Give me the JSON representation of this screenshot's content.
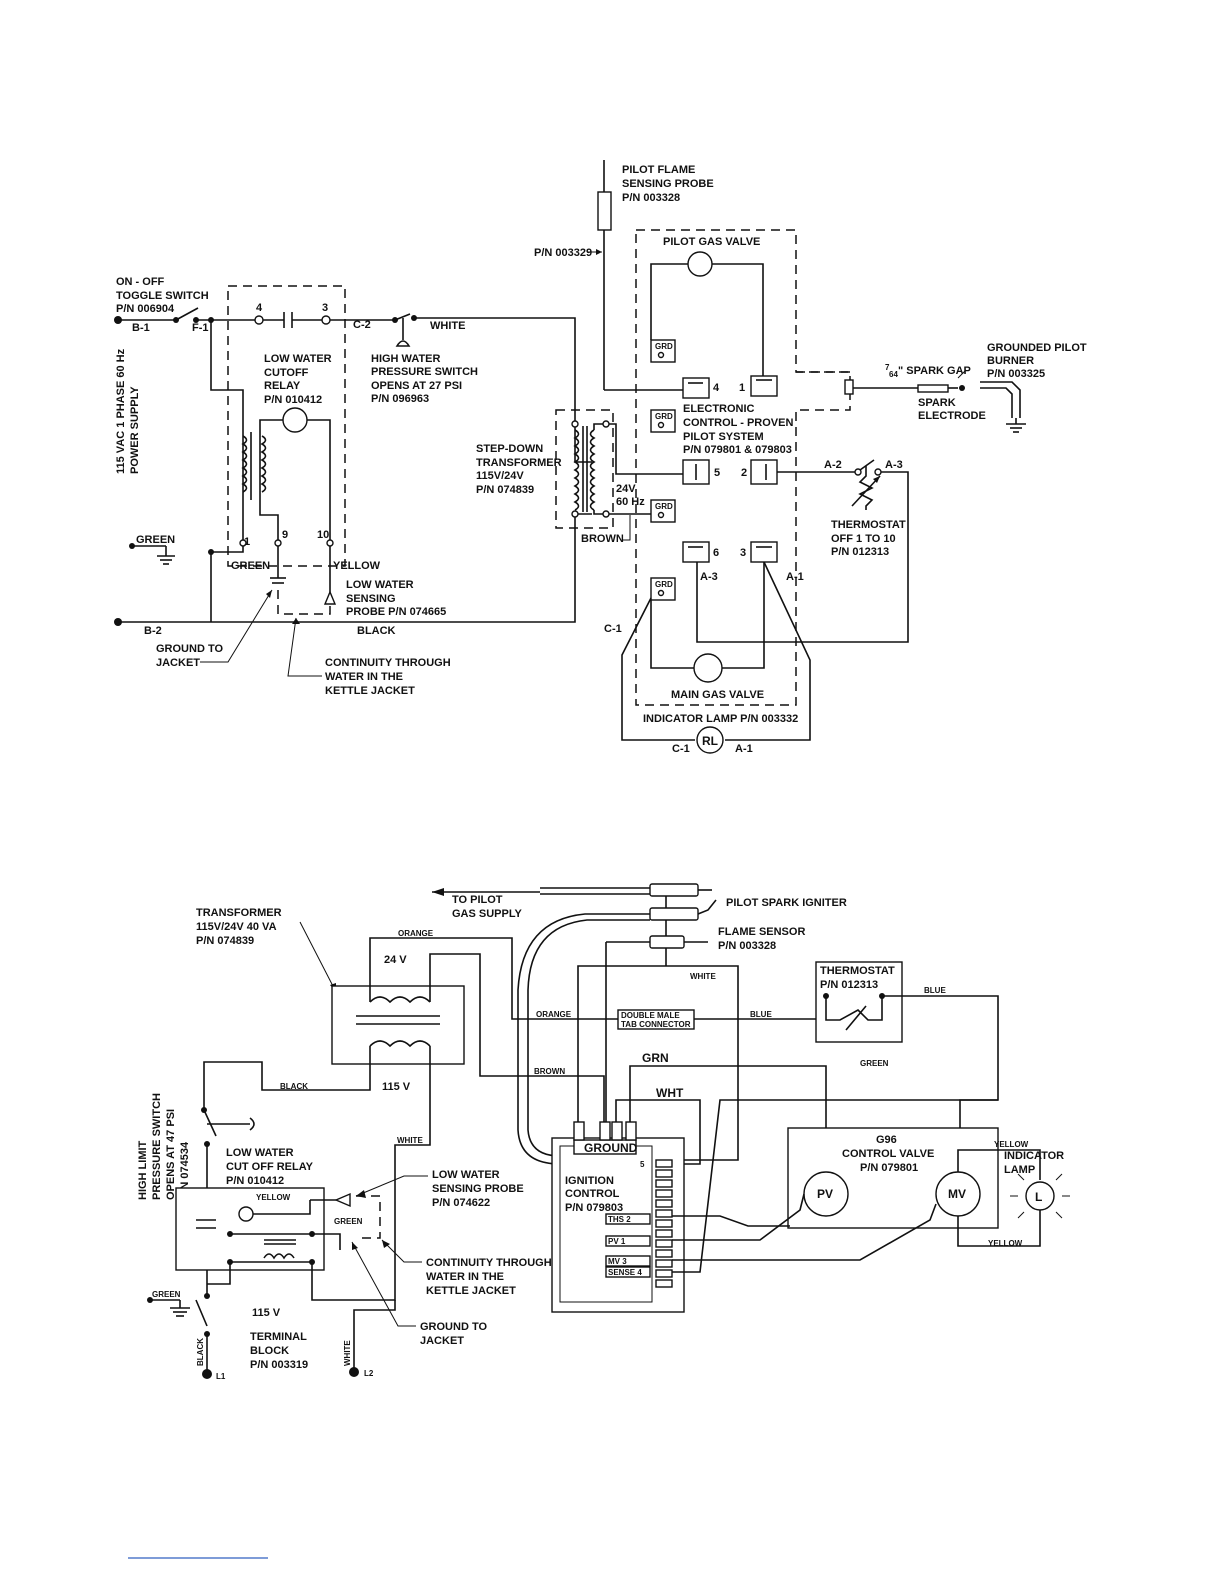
{
  "top": {
    "pilot_flame_probe": [
      "PILOT FLAME",
      "SENSING PROBE",
      "P/N 003328"
    ],
    "pilot_lead_pn": "P/N 003329",
    "pilot_gas_valve": "PILOT GAS VALVE",
    "toggle_switch": [
      "ON - OFF",
      "TOGGLE SWITCH",
      "P/N 006904"
    ],
    "wire_b1": "B-1",
    "wire_f1": "F-1",
    "wire_c2": "C-2",
    "wire_white": "WHITE",
    "terminal_4_top": "4",
    "terminal_3_top": "3",
    "low_water_relay": [
      "LOW WATER",
      "CUTOFF",
      "RELAY",
      "P/N 010412"
    ],
    "high_water_switch": [
      "HIGH WATER",
      "PRESSURE SWITCH",
      "OPENS AT 27 PSI",
      "P/N  096963"
    ],
    "power_supply": [
      "115 VAC 1 PHASE 60 Hz",
      "POWER SUPPLY"
    ],
    "step_down": [
      "STEP-DOWN",
      "TRANSFORMER",
      "115V/24V",
      "P/N 074839"
    ],
    "secondary": [
      "24V",
      "60 Hz"
    ],
    "brown": "BROWN",
    "grd": "GRD",
    "electronic_control": [
      "ELECTRONIC",
      "CONTROL - PROVEN",
      "PILOT SYSTEM",
      "P/N 079801 & 079803"
    ],
    "terminals": {
      "t4": "4",
      "t1": "1",
      "t5": "5",
      "t2": "2",
      "t6": "6",
      "t3": "3"
    },
    "spark_gap": "\" SPARK GAP",
    "spark_frac_num": "7",
    "spark_frac_den": "64",
    "spark_electrode": [
      "SPARK",
      "ELECTRODE"
    ],
    "grounded_pilot": [
      "GROUNDED PILOT",
      "BURNER",
      "P/N 003325"
    ],
    "wire_a2": "A-2",
    "wire_a3": "A-3",
    "wire_a1": "A-1",
    "wire_c1": "C-1",
    "thermostat": [
      "THERMOSTAT",
      "OFF  1 TO 10",
      "P/N 012313"
    ],
    "green_ground": "GREEN",
    "relay_terms": {
      "t1": "1",
      "t9": "9",
      "t10": "10"
    },
    "green": "GREEN",
    "yellow": "YELLOW",
    "low_water_probe": [
      "LOW WATER",
      "SENSING",
      "PROBE P/N  074665"
    ],
    "wire_b2": "B-2",
    "black": "BLACK",
    "ground_jacket": [
      "GROUND TO",
      "JACKET"
    ],
    "continuity": [
      "CONTINUITY THROUGH",
      "WATER IN THE",
      "KETTLE JACKET"
    ],
    "main_gas_valve": "MAIN GAS VALVE",
    "indicator_lamp": "INDICATOR LAMP P/N 003332",
    "rl": "RL"
  },
  "bottom": {
    "to_pilot": [
      "TO PILOT",
      "GAS SUPPLY"
    ],
    "pilot_spark_igniter": "PILOT SPARK IGNITER",
    "flame_sensor": [
      "FLAME SENSOR",
      "P/N 003328"
    ],
    "transformer": [
      "TRANSFORMER",
      "115V/24V 40 VA",
      "P/N  074839"
    ],
    "orange": "ORANGE",
    "v24": "24 V",
    "v115": "115 V",
    "white": "WHITE",
    "thermostat": [
      "THERMOSTAT",
      "P/N 012313"
    ],
    "blue": "BLUE",
    "double_male": [
      "DOUBLE MALE",
      "TAB CONNECTOR"
    ],
    "grn": "GRN",
    "green": "GREEN",
    "brown": "BROWN",
    "wht": "WHT",
    "black": "BLACK",
    "high_limit": [
      "HIGH LIMIT",
      "PRESSURE SWITCH",
      "OPENS AT 47 PSI",
      "P/N 074534"
    ],
    "ground": "GROUND",
    "g96": [
      "G96",
      "CONTROL VALVE",
      "P/N 079801"
    ],
    "yellow": "YELLOW",
    "indicator_lamp": [
      "INDICATOR",
      "LAMP"
    ],
    "low_water_relay": [
      "LOW WATER",
      "CUT OFF RELAY",
      "P/N 010412"
    ],
    "low_water_probe": [
      "LOW WATER",
      "SENSING PROBE",
      "P/N 074622"
    ],
    "ignition_control": [
      "IGNITION",
      "CONTROL",
      "P/N 079803"
    ],
    "ign_terms": [
      "THS 2",
      "PV 1",
      "MV 3",
      "SENSE 4"
    ],
    "term5": "5",
    "pv": "PV",
    "mv": "MV",
    "lamp_l": "L",
    "continuity": [
      "CONTINUITY THROUGH",
      "WATER IN THE",
      "KETTLE JACKET"
    ],
    "ground_jacket": [
      "GROUND TO",
      "JACKET"
    ],
    "terminal_block": [
      "TERMINAL",
      "BLOCK",
      "P/N 003319"
    ],
    "l1": "L1",
    "l2": "L2"
  }
}
